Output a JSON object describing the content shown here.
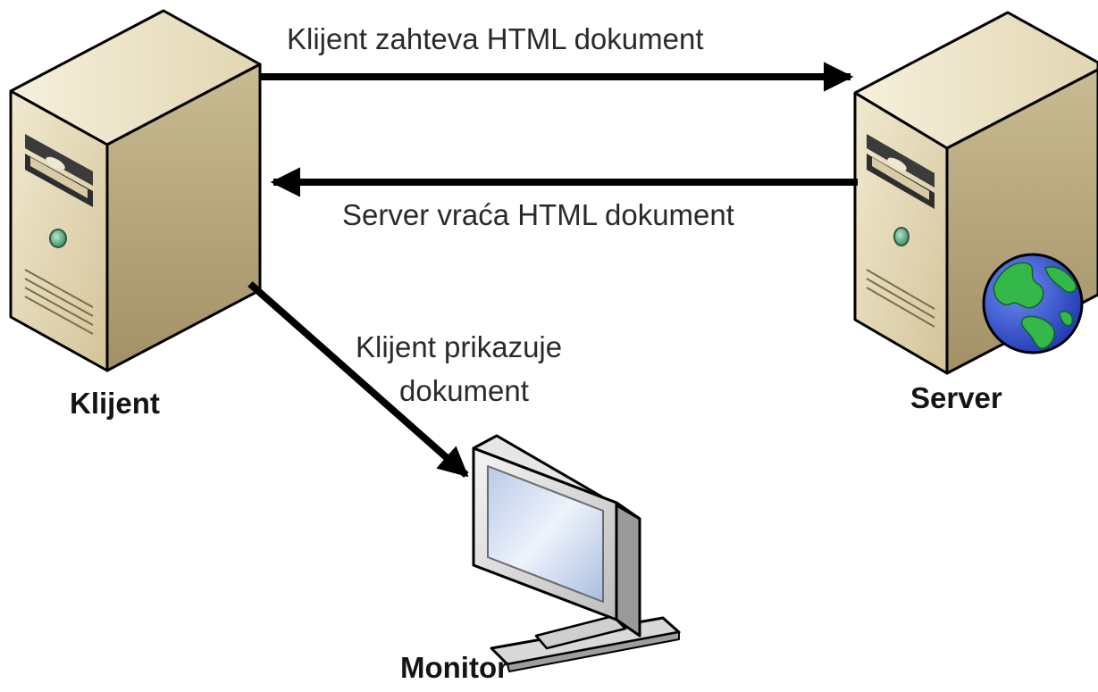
{
  "nodes": {
    "client": {
      "label": "Klijent",
      "icon": "tower-computer-icon"
    },
    "server": {
      "label": "Server",
      "icon": "server-tower-with-globe-icon"
    },
    "monitor": {
      "label": "Monitor",
      "icon": "crt-monitor-icon"
    }
  },
  "edges": {
    "request": {
      "label": "Klijent zahteva HTML dokument",
      "from": "Klijent",
      "to": "Server"
    },
    "response": {
      "label": "Server vraća HTML dokument",
      "from": "Server",
      "to": "Klijent"
    },
    "display": {
      "label_line1": "Klijent prikazuje",
      "label_line2": "dokument",
      "from": "Klijent",
      "to": "Monitor"
    }
  },
  "colors": {
    "case_front": "#e3d7b2",
    "case_side": "#b9aa83",
    "case_top": "#efe7cd",
    "arrow": "#000000",
    "globe_ocean": "#2c4fd6",
    "globe_land": "#34b84a",
    "screen": "#cfdcf2"
  }
}
